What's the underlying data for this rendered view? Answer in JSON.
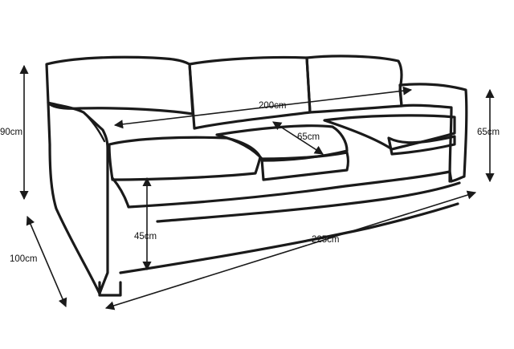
{
  "dimensions": {
    "height_total": "90cm",
    "depth_total": "100cm",
    "seat_height": "45cm",
    "width_total": "225cm",
    "seat_width": "200cm",
    "seat_depth": "65cm",
    "arm_height": "65cm"
  },
  "colors": {
    "line": "#1a1a1a",
    "background": "#ffffff"
  }
}
